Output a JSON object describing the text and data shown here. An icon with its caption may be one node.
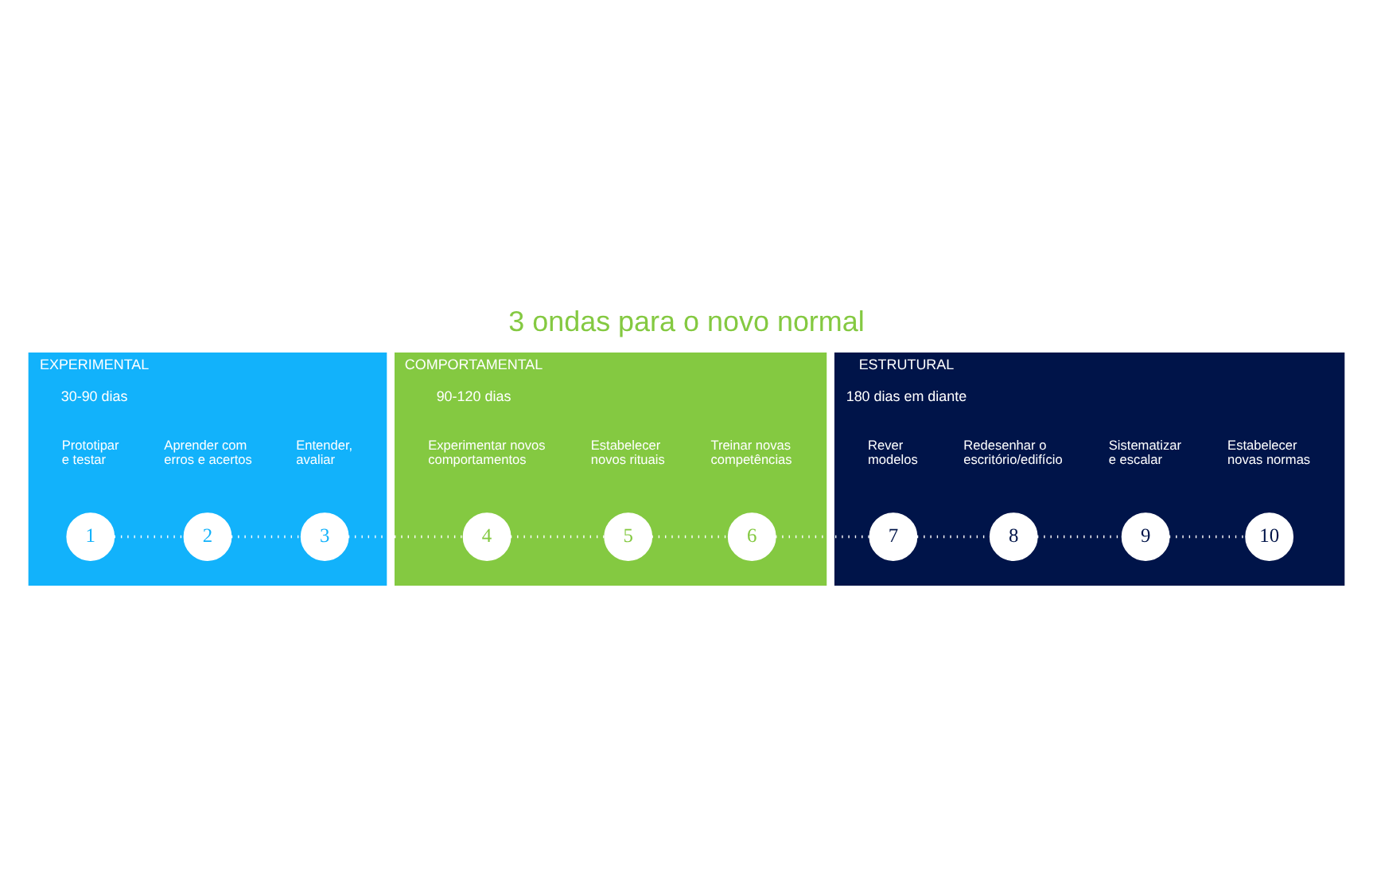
{
  "diagram": {
    "title": "3 ondas para o novo normal",
    "nodes": [
      {
        "text": [
          "EXPERIMENTAL",
          "30-90 dias"
        ]
      },
      {
        "text": [
          "1"
        ],
        "in": 0,
        "beside": [
          "Prototipar e testar"
        ]
      },
      {
        "text": [
          "2"
        ],
        "in": 0,
        "beside": [
          "Aprender com erros e acertos"
        ]
      },
      {
        "text": [
          "3"
        ],
        "in": 0,
        "beside": [
          "Entender, avaliar"
        ]
      },
      {
        "text": [
          "COMPORTAMENTAL",
          "90-120 dias"
        ]
      },
      {
        "text": [
          "4"
        ],
        "in": 4,
        "beside": [
          "Experimentar novos comportamentos"
        ]
      },
      {
        "text": [
          "5"
        ],
        "in": 4,
        "beside": [
          "Estabelecer novos rituais"
        ]
      },
      {
        "text": [
          "6"
        ],
        "in": 4,
        "beside": [
          "Treinar novas competências"
        ]
      },
      {
        "text": [
          "ESTRUTURAL",
          "180 dias em diante"
        ]
      },
      {
        "text": [
          "7"
        ],
        "in": 8,
        "beside": [
          "Rever modelos"
        ]
      },
      {
        "text": [
          "8"
        ],
        "in": 8,
        "beside": [
          "Redesenhar o escritório/edifício"
        ]
      },
      {
        "text": [
          "9"
        ],
        "in": 8,
        "beside": [
          "Sistematizar e escalar"
        ]
      },
      {
        "text": [
          "10"
        ],
        "in": 8,
        "beside": [
          "Estabelecer novas normas"
        ]
      }
    ],
    "edges": [
      {
        "from": 1,
        "to": 2,
        "arrow": "none"
      },
      {
        "from": 2,
        "to": 3,
        "arrow": "none"
      },
      {
        "from": 3,
        "to": 5,
        "arrow": "none"
      },
      {
        "from": 5,
        "to": 6,
        "arrow": "none"
      },
      {
        "from": 6,
        "to": 7,
        "arrow": "none"
      },
      {
        "from": 7,
        "to": 9,
        "arrow": "none"
      },
      {
        "from": 9,
        "to": 10,
        "arrow": "none"
      },
      {
        "from": 10,
        "to": 11,
        "arrow": "none"
      },
      {
        "from": 11,
        "to": 12,
        "arrow": "none"
      }
    ]
  }
}
